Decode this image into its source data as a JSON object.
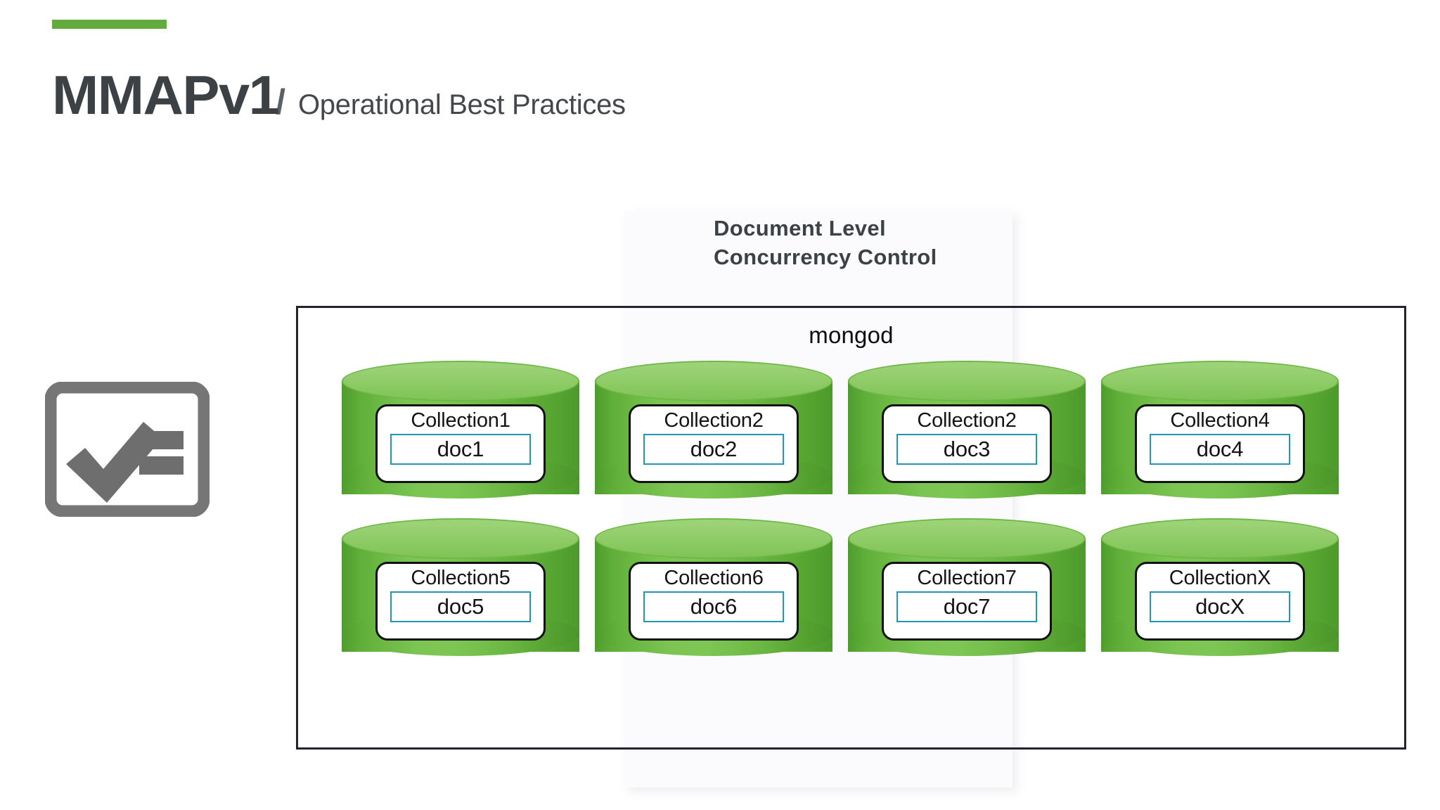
{
  "slide": {
    "accent_color": "#64ab3f",
    "title_main": "MMAPv1",
    "title_separator": "/",
    "title_sub": "Operational Best Practices",
    "section_heading": "Document Level Concurrency Control",
    "left_icon": "checklist-icon"
  },
  "diagram": {
    "process_label": "mongod",
    "doc_border_color": "#2196b5",
    "cylinder_color": "#6bb744",
    "cylinders": [
      {
        "collection": "Collection1",
        "doc": "doc1"
      },
      {
        "collection": "Collection2",
        "doc": "doc2"
      },
      {
        "collection": "Collection2",
        "doc": "doc3"
      },
      {
        "collection": "Collection4",
        "doc": "doc4"
      },
      {
        "collection": "Collection5",
        "doc": "doc5"
      },
      {
        "collection": "Collection6",
        "doc": "doc6"
      },
      {
        "collection": "Collection7",
        "doc": "doc7"
      },
      {
        "collection": "CollectionX",
        "doc": "docX"
      }
    ]
  }
}
